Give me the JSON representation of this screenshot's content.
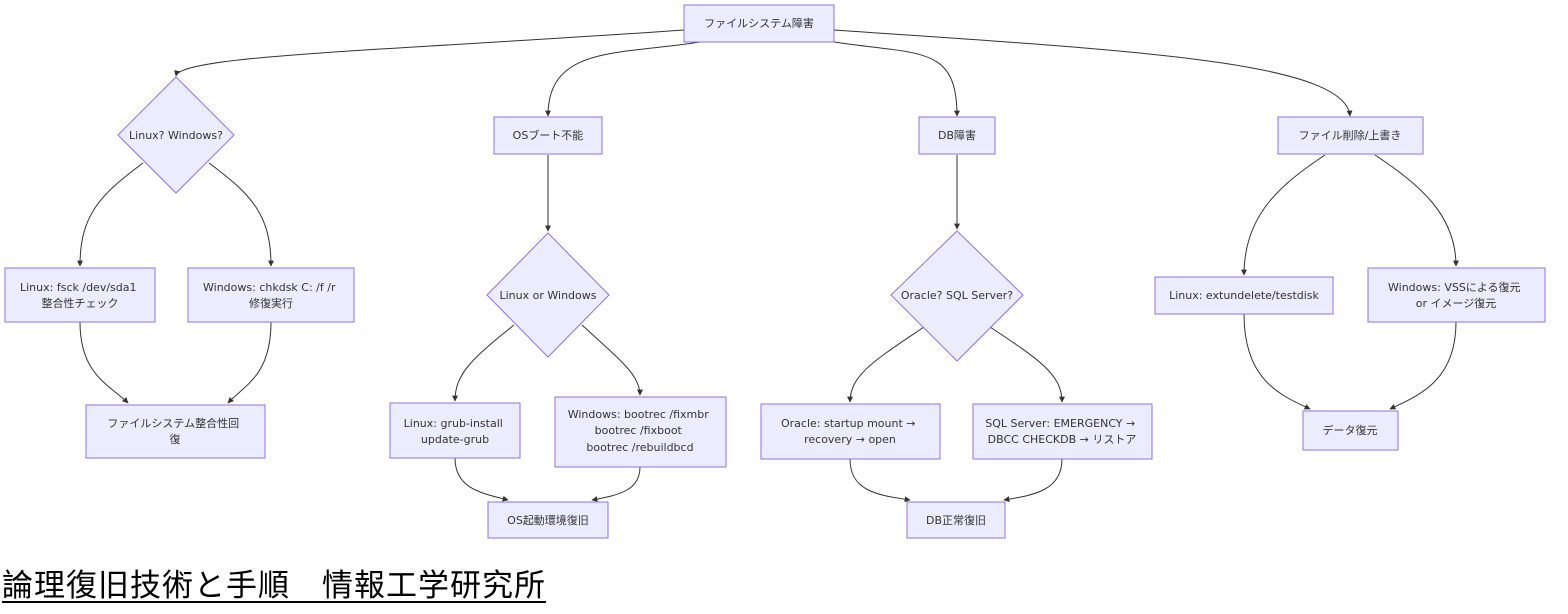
{
  "diagram": {
    "nodes": {
      "root": "ファイルシステム障害",
      "dec_os1": "Linux? Windows?",
      "os_boot": "OSブート不能",
      "db_fail": "DB障害",
      "file_del": "ファイル削除/上書き",
      "fsck": [
        "Linux: fsck /dev/sda1",
        "整合性チェック"
      ],
      "chkdsk": [
        "Windows: chkdsk C: /f /r",
        "修復実行"
      ],
      "fs_restore": [
        "ファイルシステム整合性回",
        "復"
      ],
      "dec_os2": "Linux or Windows",
      "grub": [
        "Linux: grub-install",
        "update-grub"
      ],
      "bootrec": [
        "Windows: bootrec /fixmbr",
        "bootrec /fixboot",
        "bootrec /rebuildbcd"
      ],
      "os_env": "OS起動環境復旧",
      "dec_db": "Oracle? SQL Server?",
      "oracle": [
        "Oracle: startup mount →",
        "recovery → open"
      ],
      "sqlserver": [
        "SQL Server: EMERGENCY →",
        "DBCC CHECKDB → リストア"
      ],
      "db_ok": "DB正常復旧",
      "extundelete": "Linux: extundelete/testdisk",
      "vss": [
        "Windows: VSSによる復元",
        "or イメージ復元"
      ],
      "data_restore": "データ復元"
    }
  },
  "footer": {
    "title": "論理復旧技術と手順　情報工学研究所"
  }
}
